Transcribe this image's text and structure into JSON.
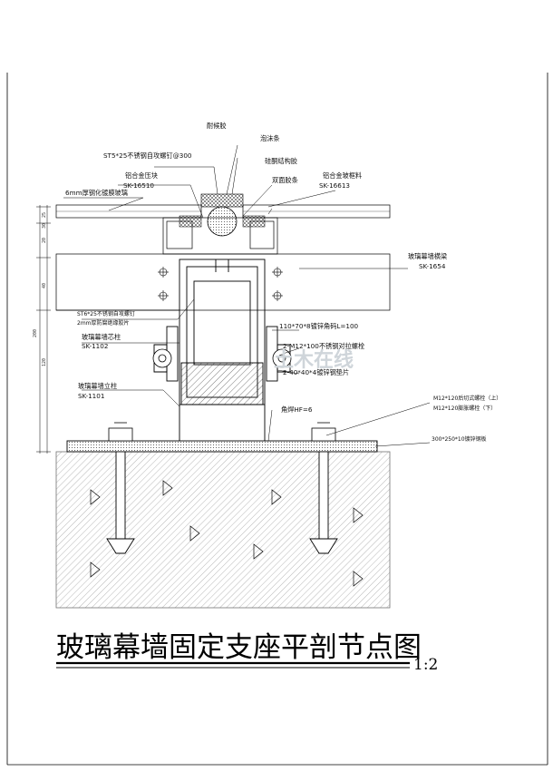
{
  "title": "玻璃幕墙固定支座平剖节点图",
  "scale": "1:2",
  "watermark": "土木在线",
  "colors": {
    "line": "#000000",
    "hatch": "#333333",
    "watermark": "#cfd5da"
  },
  "labels": {
    "sealant": "耐候胶",
    "foam_rod": "泡沫条",
    "screw_top": "ST5*25不锈钢自攻螺钉@300",
    "structural_sealant": "硅酮结构胶",
    "pressure_block": "铝合金压块",
    "pressure_block_code": "SK-16510",
    "double_tape": "双面胶条",
    "sub_frame": "铝合金玻框料",
    "sub_frame_code": "SK-16613",
    "glass": "6mm厚钢化镀膜玻璃",
    "transom": "玻璃幕墙横梁",
    "transom_code": "SK-1654",
    "screw_side": "ST6*25不锈钢自攻螺钉",
    "insulation_pad": "2mm厚防腐绝缘胶片",
    "core_tube": "玻璃幕墙芯柱",
    "core_tube_code": "SK-1102",
    "angle_code": "110*70*8镀锌角码L=100",
    "bolt": "2-M12*100不锈钢对拉螺栓",
    "shim": "2-40*40*4镀锌钢垫片",
    "mullion": "玻璃幕墙立柱",
    "mullion_code": "SK-1101",
    "weld": "角焊HF=6",
    "anchor_top": "M12*120后切式螺栓（上）",
    "anchor_bottom": "M12*120膨胀螺栓（下）",
    "plate": "300*250*10镀锌钢板"
  },
  "dimensions": [
    "25",
    "20",
    "40",
    "30",
    "200",
    "120"
  ]
}
